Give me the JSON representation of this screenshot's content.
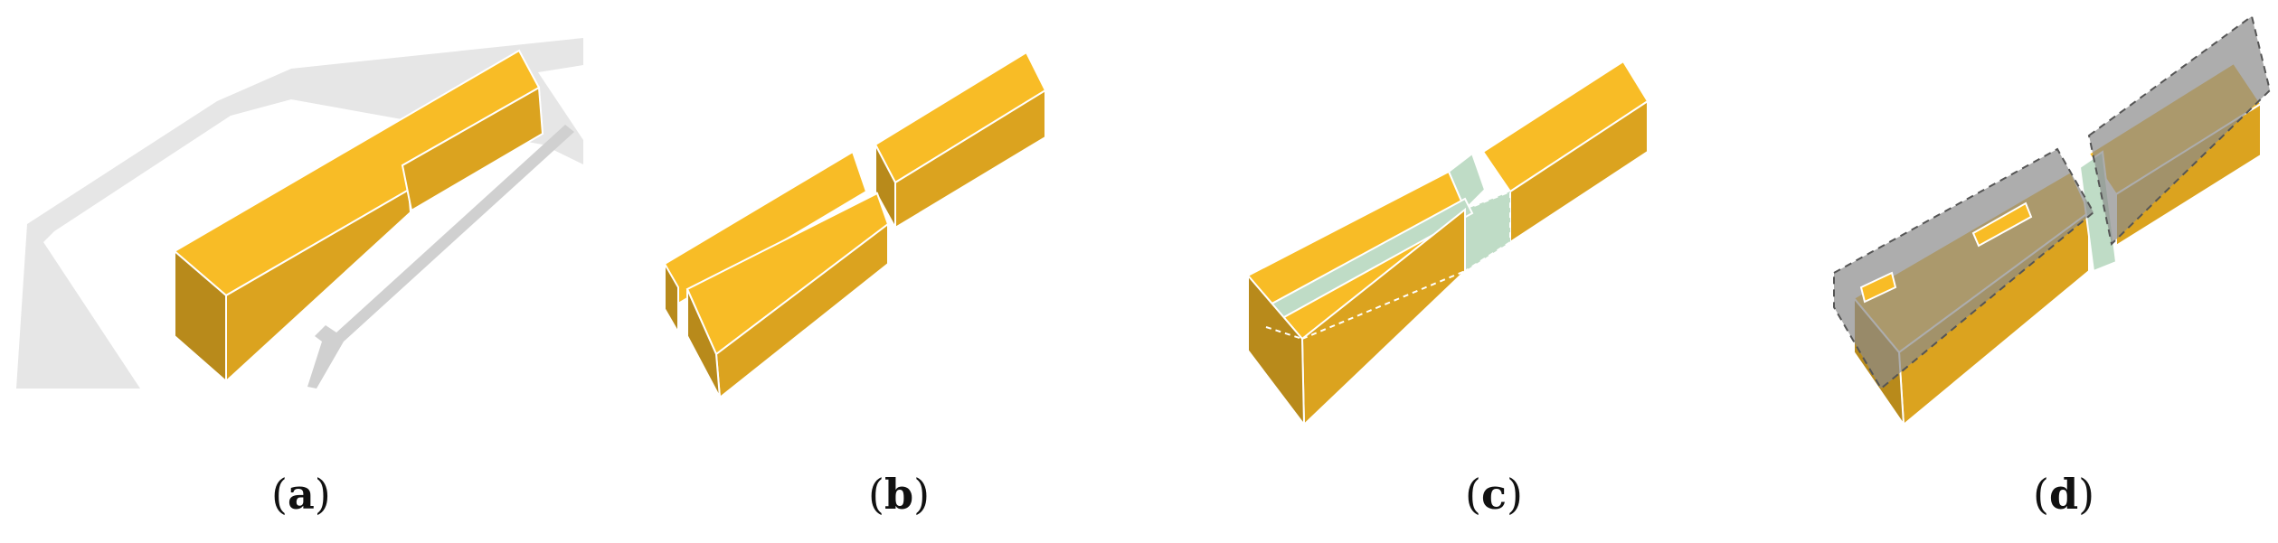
{
  "panels": [
    {
      "id": "a",
      "caption_open": "(",
      "caption_letter": "a",
      "caption_close": ")"
    },
    {
      "id": "b",
      "caption_open": "(",
      "caption_letter": "b",
      "caption_close": ")"
    },
    {
      "id": "c",
      "caption_open": "(",
      "caption_letter": "c",
      "caption_close": ")"
    },
    {
      "id": "d",
      "caption_open": "(",
      "caption_letter": "d",
      "caption_close": ")"
    }
  ],
  "colors": {
    "block_top": "#F8BC26",
    "block_side": "#DBA31F",
    "block_dark": "#B88A1B",
    "site_outline": "#E6E6E6",
    "path": "#D0D0D0",
    "connector": "#BFDCC6",
    "overlay": "#8A8A8A"
  }
}
